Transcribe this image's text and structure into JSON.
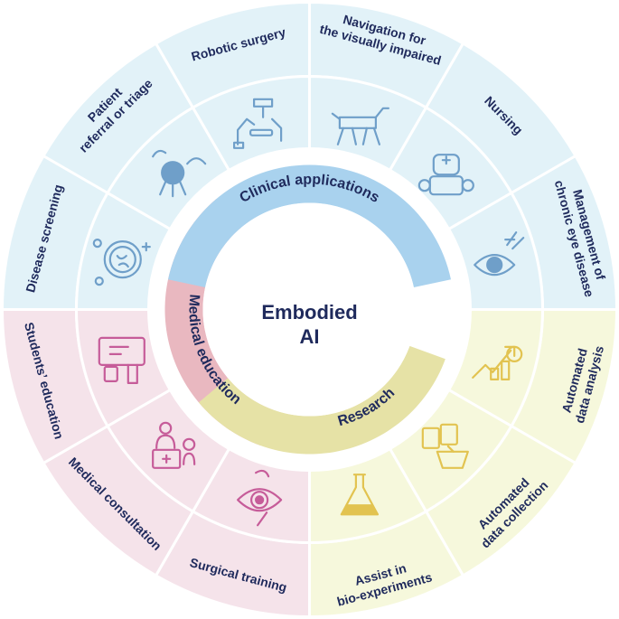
{
  "center": {
    "line1": "Embodied",
    "line2": "AI"
  },
  "colors": {
    "clinical_outer": "#e2f2f8",
    "clinical_ring": "#a9d2ee",
    "research_outer": "#f6f8dc",
    "research_ring": "#e6e2a6",
    "education_outer": "#f5e3ea",
    "education_ring": "#e9b8c0",
    "text": "#1f2a5c",
    "divider": "#ffffff",
    "clinical_icon": "#6f9fc9",
    "research_icon": "#e2c350",
    "education_icon": "#c65c99"
  },
  "categories": [
    {
      "key": "clinical",
      "label": "Clinical applications"
    },
    {
      "key": "research",
      "label": "Research"
    },
    {
      "key": "education",
      "label": "Medical education"
    }
  ],
  "applications": [
    {
      "key": "disease-screening",
      "lines": [
        "Disease screening"
      ],
      "group": "clinical",
      "icon": "virus-lens-icon"
    },
    {
      "key": "patient-referral",
      "lines": [
        "Patient",
        "referral or triage"
      ],
      "group": "clinical",
      "icon": "referral-robot-icon"
    },
    {
      "key": "robotic-surgery",
      "lines": [
        "Robotic surgery"
      ],
      "group": "clinical",
      "icon": "surgical-robot-icon"
    },
    {
      "key": "navigation",
      "lines": [
        "Navigation for",
        "the visually impaired"
      ],
      "group": "clinical",
      "icon": "robot-dog-icon"
    },
    {
      "key": "nursing",
      "lines": [
        "Nursing"
      ],
      "group": "clinical",
      "icon": "nurse-robot-icon"
    },
    {
      "key": "eye-disease",
      "lines": [
        "Management of",
        "chronic eye disease"
      ],
      "group": "clinical",
      "icon": "eye-dropper-icon"
    },
    {
      "key": "data-analysis",
      "lines": [
        "Automated",
        "data analysis"
      ],
      "group": "research",
      "icon": "growth-chart-icon"
    },
    {
      "key": "data-collection",
      "lines": [
        "Automated",
        "data collection"
      ],
      "group": "research",
      "icon": "documents-tray-icon"
    },
    {
      "key": "bio-experiments",
      "lines": [
        "Assist in",
        "bio-experiments"
      ],
      "group": "research",
      "icon": "flask-icon"
    },
    {
      "key": "surgical-training",
      "lines": [
        "Surgical training"
      ],
      "group": "education",
      "icon": "eye-scalpel-icon"
    },
    {
      "key": "medical-consultation",
      "lines": [
        "Medical consultation"
      ],
      "group": "education",
      "icon": "doctor-desk-icon"
    },
    {
      "key": "students-education",
      "lines": [
        "Students’ education"
      ],
      "group": "education",
      "icon": "lab-screen-icon"
    }
  ]
}
